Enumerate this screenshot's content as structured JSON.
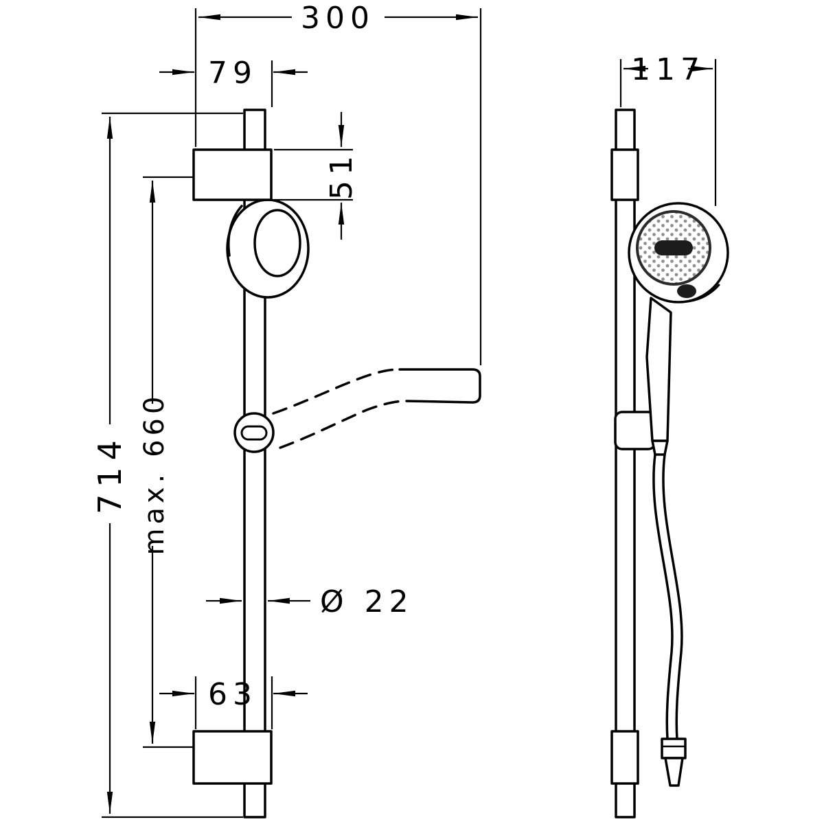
{
  "page": {
    "background_color": "#ffffff",
    "ink_color": "#000000"
  },
  "drawing": {
    "front_view": {
      "dimensions": {
        "overall_width": "300",
        "top_bracket_offset": "79",
        "bracket_height": "51",
        "total_height": "714",
        "max_adjustment": "max. 660",
        "bar_diameter": "Ø 22",
        "bottom_bracket_offset": "63"
      }
    },
    "side_view": {
      "dimensions": {
        "depth": "117"
      }
    }
  }
}
